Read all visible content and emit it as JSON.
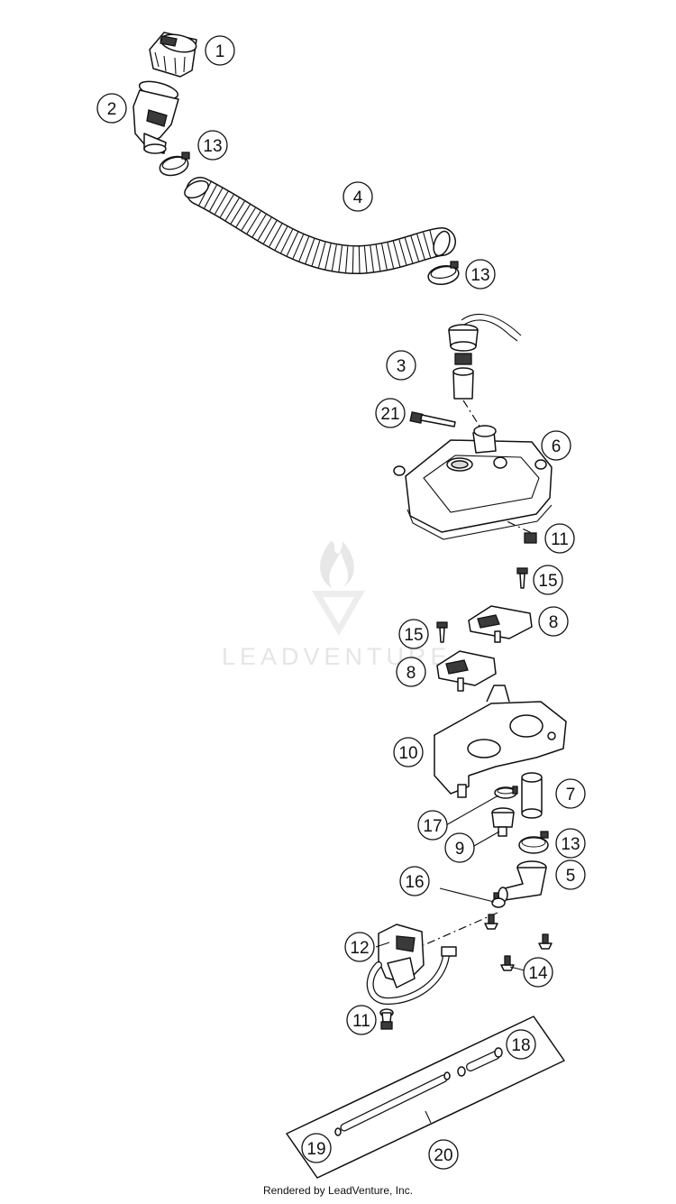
{
  "diagram": {
    "watermark": "LEADVENTURE",
    "footer": "Rendered by LeadVenture, Inc.",
    "callouts": [
      "1",
      "2",
      "13",
      "4",
      "13",
      "3",
      "21",
      "6",
      "11",
      "15",
      "8",
      "15",
      "8",
      "10",
      "7",
      "17",
      "9",
      "13",
      "5",
      "16",
      "12",
      "14",
      "11",
      "18",
      "19",
      "20"
    ]
  }
}
